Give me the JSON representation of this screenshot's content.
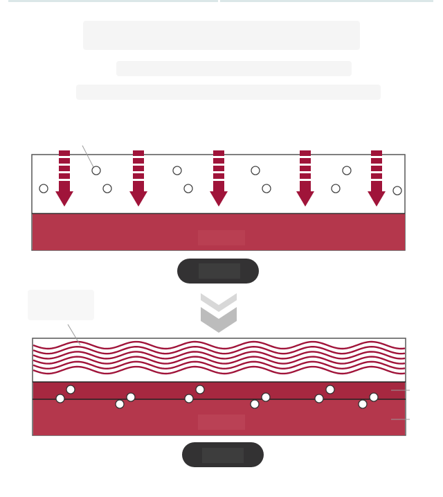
{
  "colors": {
    "crimson": "#b4374c",
    "dark_crimson": "#9f2039",
    "arrow": "#a0143a",
    "chevron": "#bcbcbc",
    "pill": "#333233",
    "leader_line": "#9a9a9a"
  },
  "before_panel": {
    "arrow_count": 5,
    "bubble_count": 10
  },
  "after_panel": {
    "wave_line_count": 6,
    "trapped_bubble_pairs": 6
  }
}
